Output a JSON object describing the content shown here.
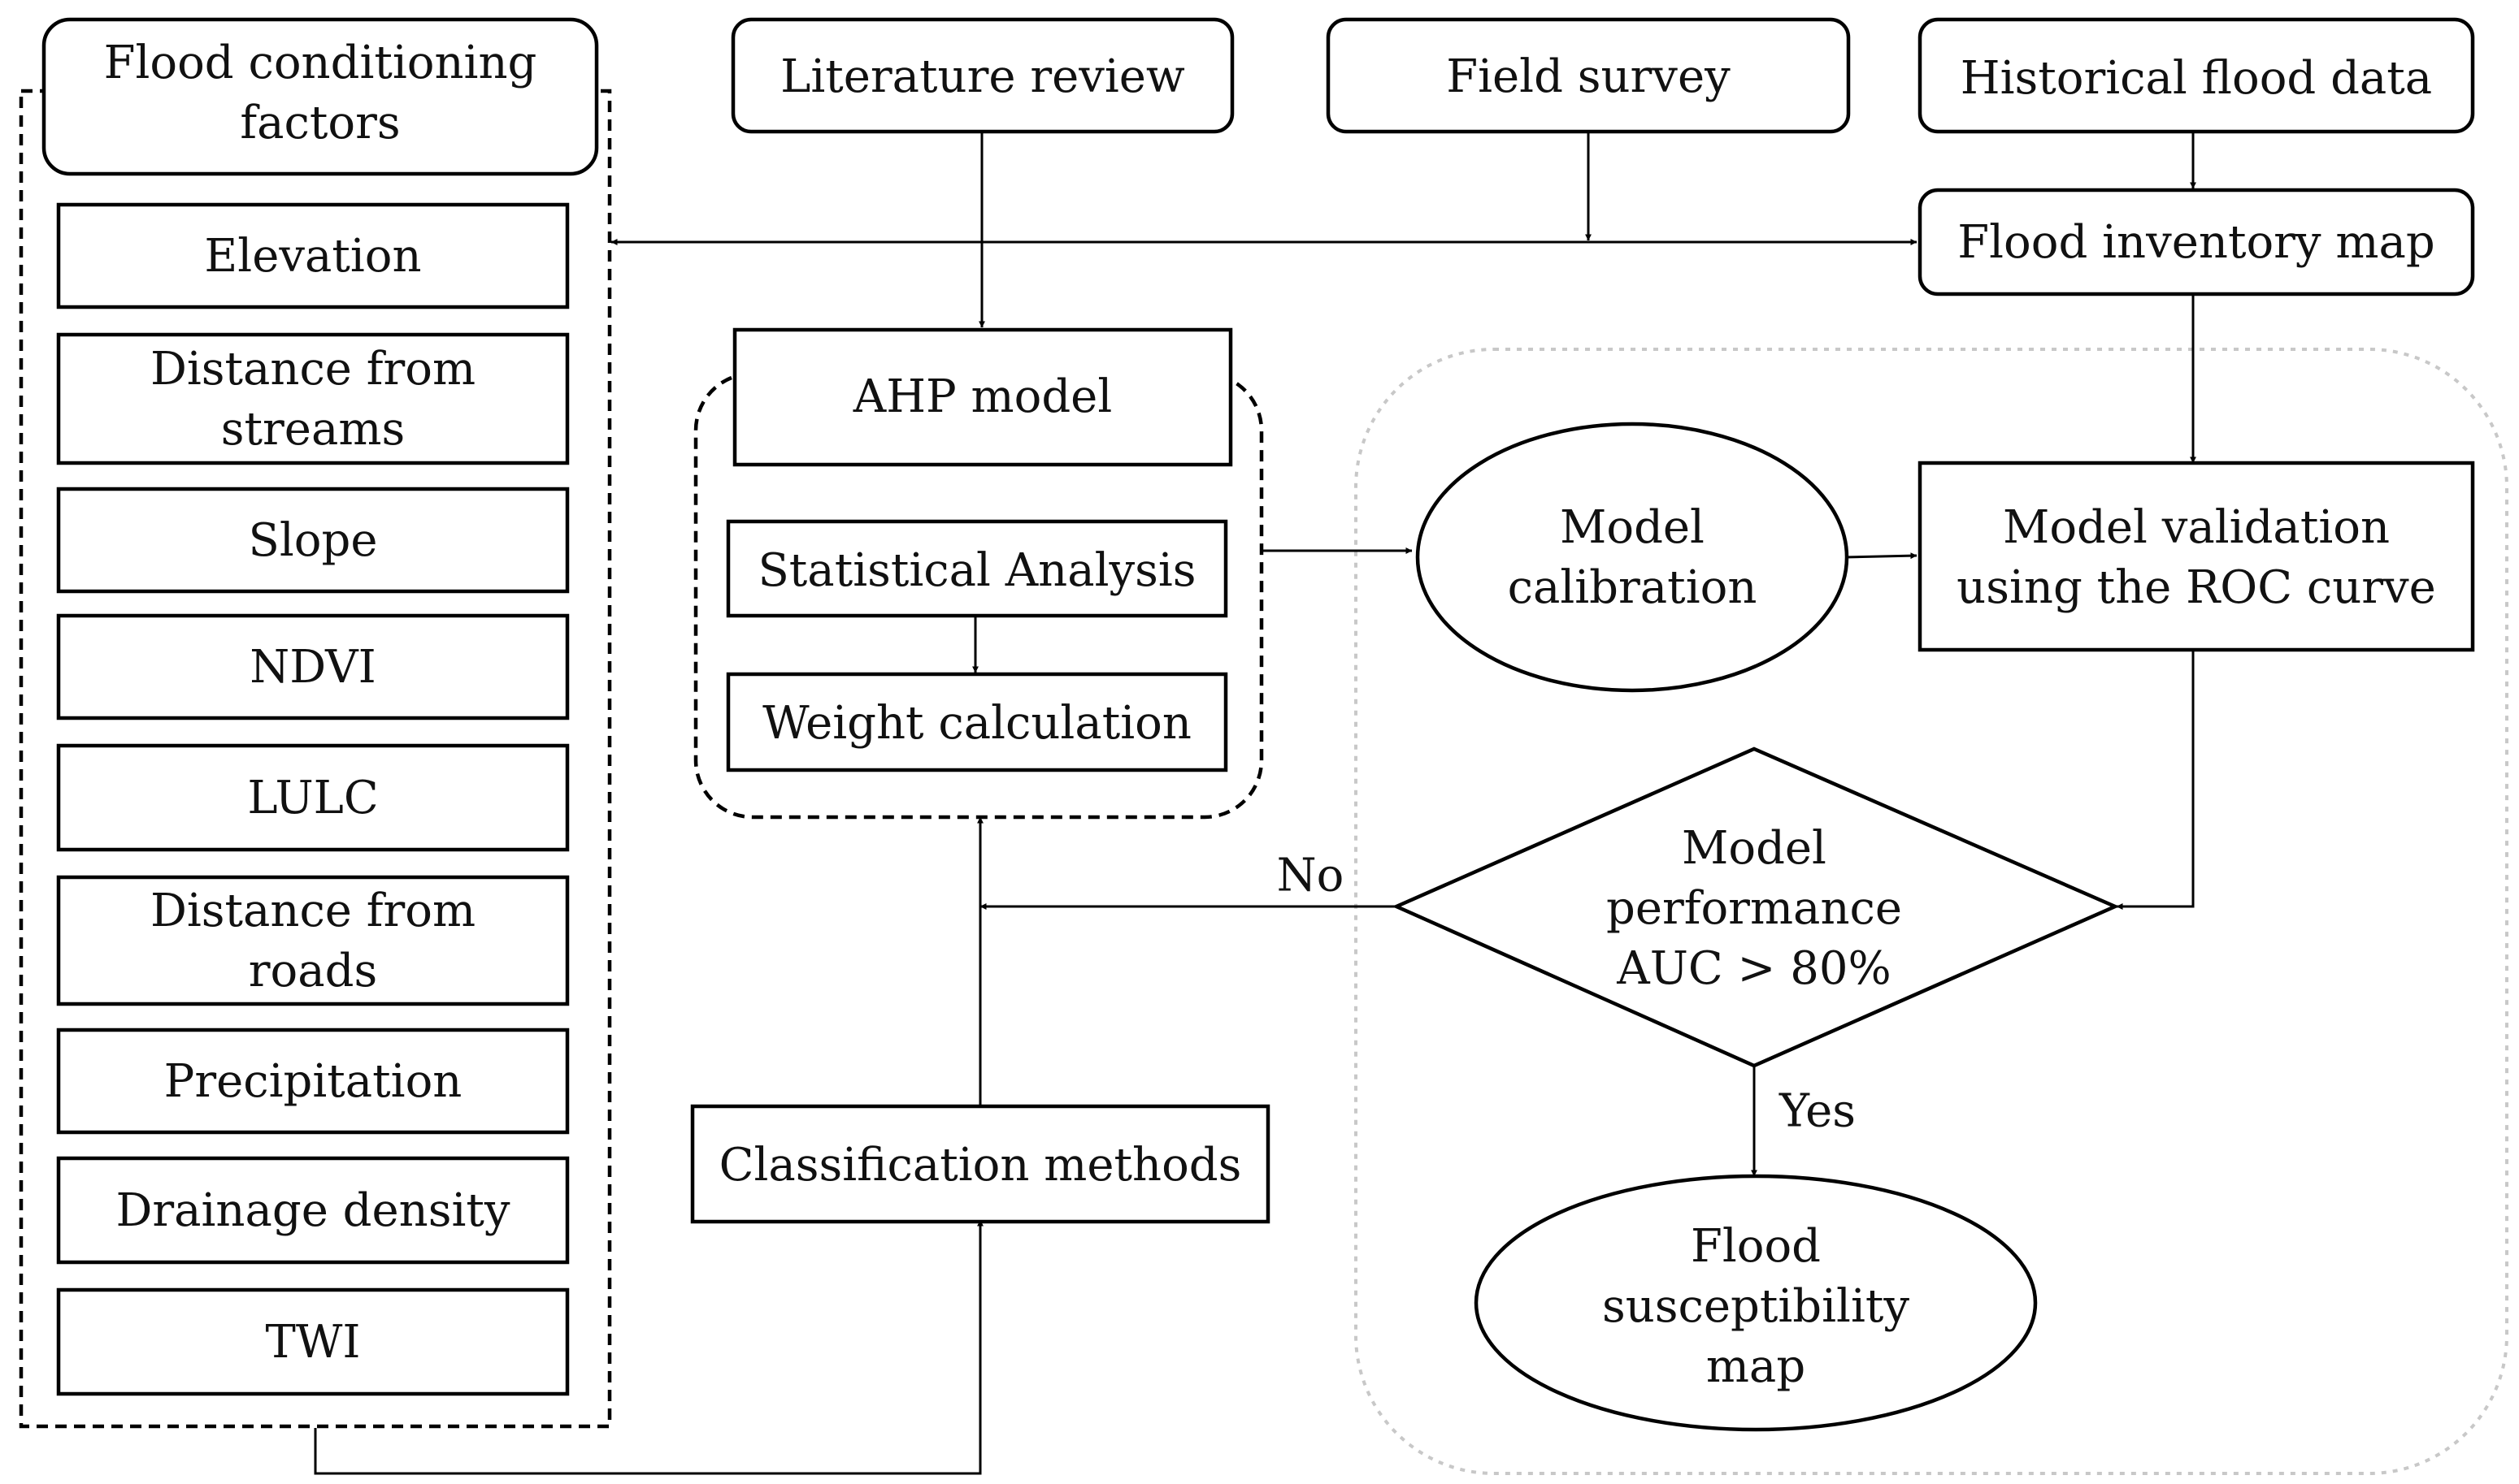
{
  "factors": {
    "title": [
      "Flood conditioning",
      "factors"
    ],
    "items": [
      [
        "Elevation"
      ],
      [
        "Distance from",
        "streams"
      ],
      [
        "Slope"
      ],
      [
        "NDVI"
      ],
      [
        "LULC"
      ],
      [
        "Distance from",
        "roads"
      ],
      [
        "Precipitation"
      ],
      [
        "Drainage density"
      ],
      [
        "TWI"
      ]
    ]
  },
  "inputs": {
    "literature_review": [
      "Literature review"
    ],
    "field_survey": [
      "Field survey"
    ],
    "historical_flood_data": [
      "Historical flood data"
    ]
  },
  "nodes": {
    "flood_inventory_map": [
      "Flood inventory map"
    ],
    "ahp_model": [
      "AHP model"
    ],
    "statistical_analysis": [
      "Statistical Analysis"
    ],
    "weight_calculation": [
      "Weight calculation"
    ],
    "model_calibration": [
      "Model",
      "calibration"
    ],
    "model_validation": [
      "Model validation",
      "using the ROC curve"
    ],
    "decision": [
      "Model",
      "performance",
      "AUC > 80%"
    ],
    "classification_methods": [
      "Classification methods"
    ],
    "susceptibility_map": [
      "Flood",
      "susceptibility",
      "map"
    ]
  },
  "edge_labels": {
    "no": "No",
    "yes": "Yes"
  },
  "colors": {
    "stroke": "#000000",
    "text": "#111111",
    "region_border": "#c8c8c8",
    "background": "#ffffff"
  }
}
